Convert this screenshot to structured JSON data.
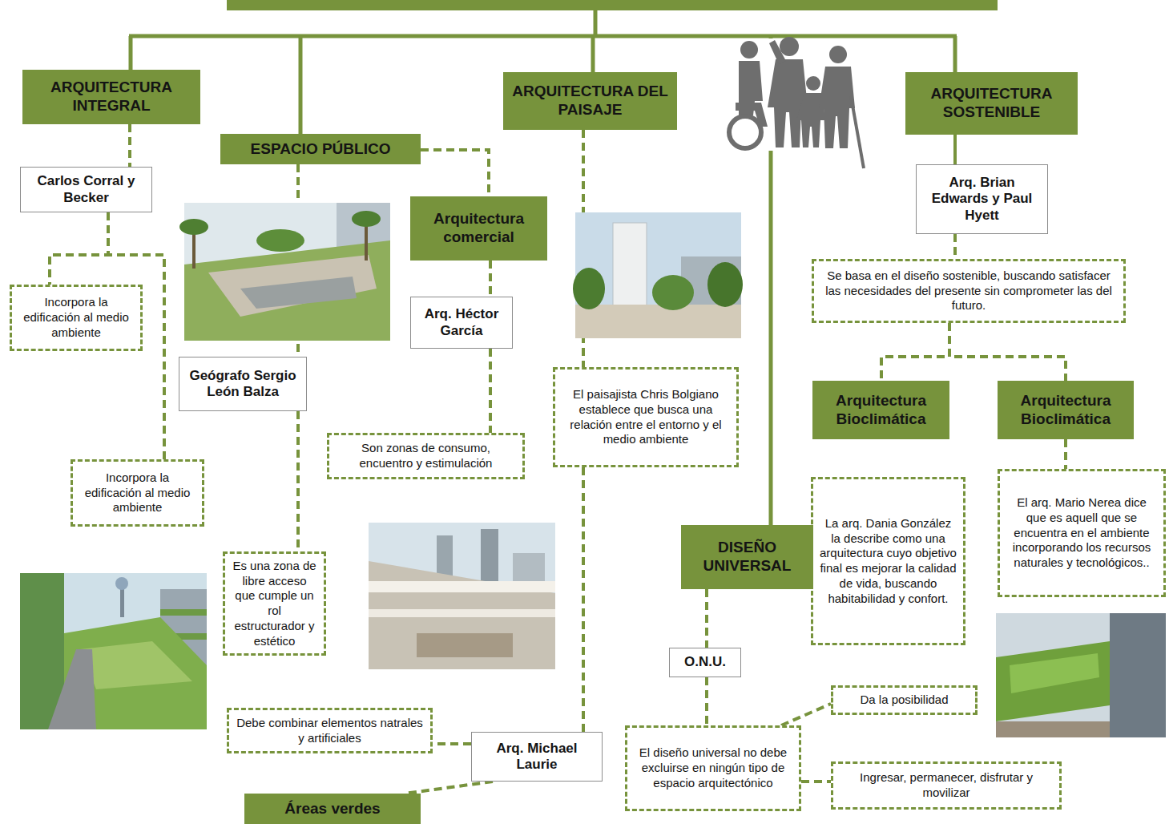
{
  "diagram": {
    "nodes": [
      {
        "text": [
          "ARQUITECTURA INTEGRAL"
        ]
      },
      {
        "text": [
          "ESPACIO PÚBLICO"
        ]
      },
      {
        "text": [
          "ARQUITECTURA DEL PAISAJE"
        ]
      },
      {
        "text": [
          "ARQUITECTURA SOSTENIBLE"
        ]
      },
      {
        "text": [
          "Carlos Corral y Becker"
        ]
      },
      {
        "text": [
          "Arq. Brian Edwards y Paul Hyett"
        ]
      },
      {
        "text": [
          "Arquitectura comercial"
        ]
      },
      {
        "text": [
          "Se basa en el diseño sostenible, buscando satisfacer las necesidades del presente sin comprometer las del futuro."
        ]
      },
      {
        "text": [
          "Incorpora la edificación al medio ambiente"
        ]
      },
      {
        "text": [
          "Arq. Héctor García"
        ]
      },
      {
        "text": [
          "Geógrafo Sergio León Balza"
        ]
      },
      {
        "text": [
          "El paisajista Chris Bolgiano establece que busca una relación entre el entorno y el medio ambiente"
        ]
      },
      {
        "text": [
          "Arquitectura Bioclimática"
        ]
      },
      {
        "text": [
          "Arquitectura Bioclimática"
        ]
      },
      {
        "text": [
          "Son zonas de consumo, encuentro y estimulación"
        ]
      },
      {
        "text": [
          "Incorpora la edificación al medio ambiente"
        ]
      },
      {
        "text": [
          "El arq. Mario Nerea dice que es aquell que se encuentra en el ambiente incorporando los recursos naturales y tecnológicos.."
        ]
      },
      {
        "text": [
          "La arq. Dania González la describe como una arquitectura cuyo objetivo final es mejorar la calidad de vida, buscando habitabilidad y confort."
        ]
      },
      {
        "text": [
          "DISEÑO UNIVERSAL"
        ]
      },
      {
        "text": [
          "Es una zona de libre acceso que cumple un rol estructurador y estético"
        ]
      },
      {
        "text": [
          "O.N.U."
        ]
      },
      {
        "text": [
          "Da la posibilidad"
        ]
      },
      {
        "text": [
          "Debe combinar elementos natrales y artificiales"
        ]
      },
      {
        "text": [
          "Arq. Michael Laurie"
        ]
      },
      {
        "text": [
          "El diseño universal no debe excluirse en ningún tipo de espacio arquitectónico"
        ]
      },
      {
        "text": [
          "Ingresar, permanecer, disfrutar y movilizar"
        ]
      },
      {
        "text": [
          "Áreas verdes"
        ]
      }
    ],
    "edges": [
      {
        "from": 0,
        "to": 4,
        "arrow": "none"
      },
      {
        "from": 4,
        "to": 8,
        "arrow": "none"
      },
      {
        "from": 4,
        "to": 15,
        "arrow": "none"
      },
      {
        "from": 1,
        "to": 10,
        "arrow": "none"
      },
      {
        "from": 1,
        "to": 6,
        "arrow": "none"
      },
      {
        "from": 6,
        "to": 9,
        "arrow": "none"
      },
      {
        "from": 9,
        "to": 14,
        "arrow": "none"
      },
      {
        "from": 10,
        "to": 19,
        "arrow": "none"
      },
      {
        "from": 2,
        "to": 11,
        "arrow": "none"
      },
      {
        "from": 11,
        "to": 23,
        "arrow": "none"
      },
      {
        "from": 23,
        "to": 22,
        "arrow": "none"
      },
      {
        "from": 23,
        "to": 26,
        "arrow": "none"
      },
      {
        "from": 3,
        "to": 5,
        "arrow": "none"
      },
      {
        "from": 5,
        "to": 7,
        "arrow": "none"
      },
      {
        "from": 7,
        "to": 12,
        "arrow": "none"
      },
      {
        "from": 7,
        "to": 13,
        "arrow": "none"
      },
      {
        "from": 13,
        "to": 16,
        "arrow": "none"
      },
      {
        "from": 18,
        "to": 20,
        "arrow": "none"
      },
      {
        "from": 20,
        "to": 24,
        "arrow": "none"
      },
      {
        "from": 24,
        "to": 21,
        "arrow": "none"
      },
      {
        "from": 24,
        "to": 25,
        "arrow": "none"
      }
    ]
  }
}
